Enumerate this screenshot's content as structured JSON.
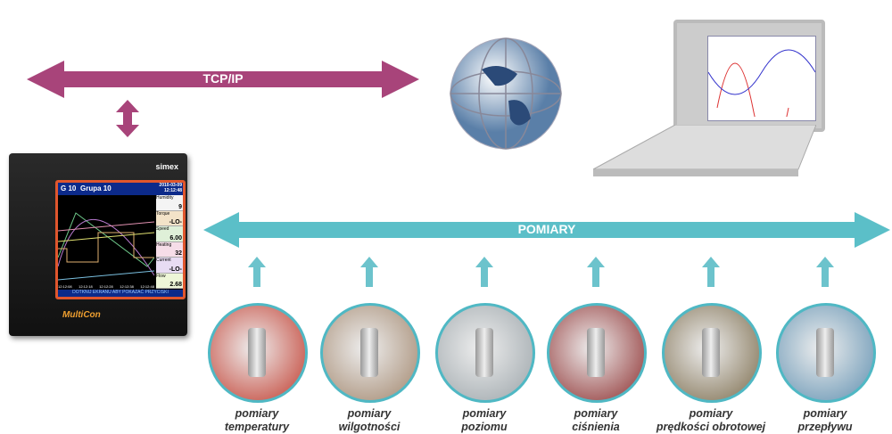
{
  "tcp_label": "TCP/IP",
  "pomiary_label": "POMIARY",
  "device": {
    "brand": "simex",
    "model": "MultiCon",
    "group_id": "G 10",
    "group_name": "Grupa 10",
    "date": "2010-03-09",
    "time": "12:12:48",
    "channels": [
      {
        "name": "Humidity",
        "value": "9"
      },
      {
        "name": "Torque",
        "value": "-LO-"
      },
      {
        "name": "Speed",
        "value": "6.00"
      },
      {
        "name": "Heating",
        "value": "32"
      },
      {
        "name": "Current",
        "value": "-LO-"
      },
      {
        "name": "Flow",
        "value": "2.68"
      }
    ],
    "time_ticks": [
      "12:12:08",
      "12:12:18",
      "12:12:28",
      "12:12:38",
      "12:12:48"
    ],
    "footer": "DOTKNIJ EKRANU ABY POKAZAĆ PRZYCISKI"
  },
  "sensors": [
    {
      "l1": "pomiary",
      "l2": "temperatury",
      "color": "#c0392b"
    },
    {
      "l1": "pomiary",
      "l2": "wilgotności",
      "color": "#a0846a"
    },
    {
      "l1": "pomiary",
      "l2": "poziomu",
      "color": "#9aa3a8"
    },
    {
      "l1": "pomiary",
      "l2": "ciśnienia",
      "color": "#8b2b2b"
    },
    {
      "l1": "pomiary",
      "l2": "prędkości obrotowej",
      "color": "#7a6a4a"
    },
    {
      "l1": "pomiary",
      "l2": "przepływu",
      "color": "#5e8fb0"
    }
  ],
  "colors": {
    "tcp": "#a8447a",
    "pomiary": "#5bbfc8",
    "screen_border": "#e0562d"
  }
}
